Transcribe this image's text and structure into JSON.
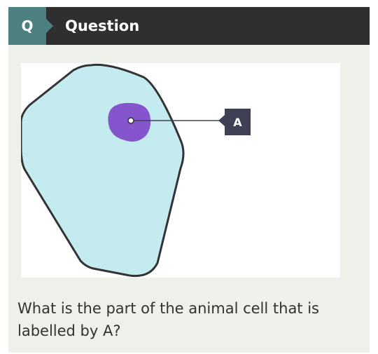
{
  "header": {
    "badge_label": "Q",
    "title": "Question"
  },
  "diagram": {
    "label": "A",
    "colors": {
      "cytoplasm": "#c4ebf0",
      "outline": "#333333",
      "nucleus": "#8455cc",
      "leader_line": "#3e4056",
      "label_box": "#3e4056"
    }
  },
  "question": {
    "text": "What is the part of the animal cell that is labelled by A?"
  },
  "colors": {
    "header_bg": "#2f2f2f",
    "badge_bg": "#4d8080",
    "card_bg": "#eef0ea"
  }
}
